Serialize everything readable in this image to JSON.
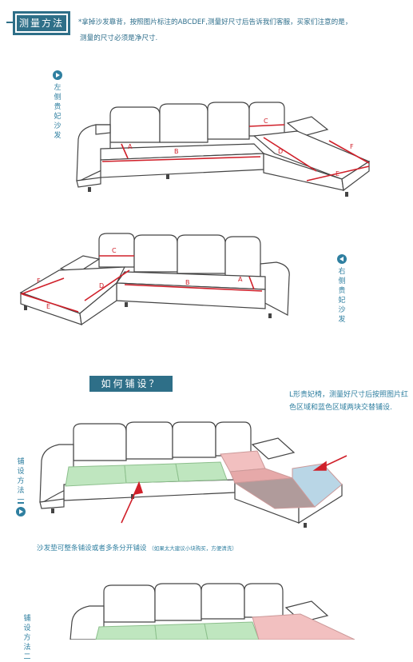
{
  "header": {
    "badge": "测量方法",
    "note_line1": "*拿掉沙发靠背，按照图片标注的ABCDEF,测量好尺寸后告诉我们客服，买家们注意的是，",
    "note_line2": "测量的尺寸必须是净尺寸."
  },
  "diagram1": {
    "side_label": "左侧贵妃沙发",
    "labels": {
      "a": "A",
      "b": "B",
      "c": "C",
      "d": "D",
      "e": "E",
      "f": "F"
    }
  },
  "diagram2": {
    "side_label": "右侧贵妃沙发",
    "labels": {
      "a": "A",
      "b": "B",
      "c": "C",
      "d": "D",
      "e": "E",
      "f": "F"
    }
  },
  "howto": {
    "title": "如何铺设？",
    "lnote": "L形贵妃椅，测量好尺寸后按照图片红色区域和蓝色区域两块交替铺设.",
    "method1": "铺设方法一",
    "bottom_note_main": "沙发垫可整条铺设或者多条分开铺设",
    "bottom_note_small": "（如果太大建议小块购买，方便清洗）",
    "method2": "铺设方法二"
  },
  "colors": {
    "accent": "#2e6f88",
    "measure_red": "#d0202a",
    "green_cushion": "#bfe6bf",
    "pink_cushion": "#f2c0c0",
    "blue_cushion": "#b9d6e6"
  }
}
